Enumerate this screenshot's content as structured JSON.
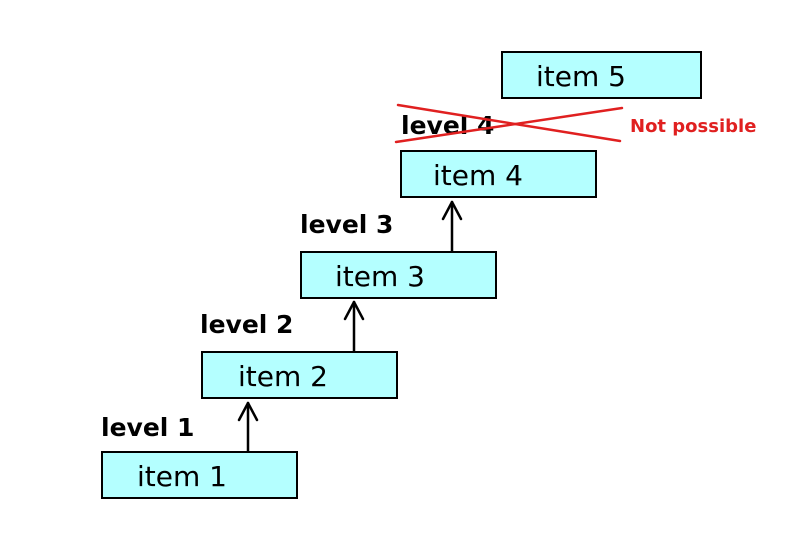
{
  "items": [
    {
      "label": "item 1"
    },
    {
      "label": "item 2"
    },
    {
      "label": "item 3"
    },
    {
      "label": "item 4"
    },
    {
      "label": "item 5"
    }
  ],
  "levels": [
    {
      "label": "level 1"
    },
    {
      "label": "level 2"
    },
    {
      "label": "level 3"
    },
    {
      "label": "level 4",
      "crossed_out": true
    }
  ],
  "note": {
    "label": "Not possible",
    "color": "#e02020"
  },
  "colors": {
    "box_fill": "#b4ffff",
    "box_border": "#000000",
    "arrow": "#000000",
    "cross": "#e02020"
  }
}
